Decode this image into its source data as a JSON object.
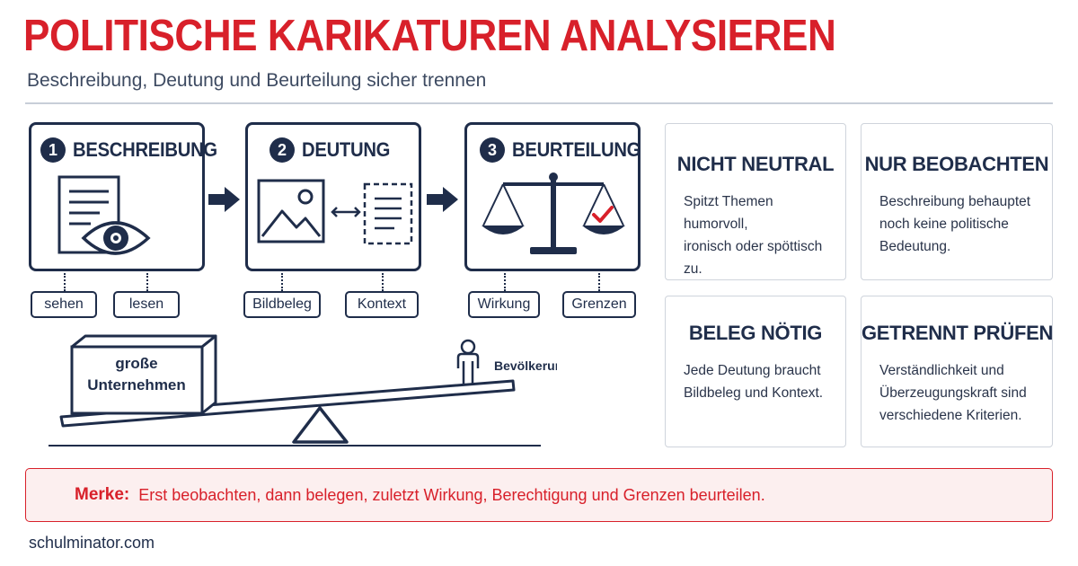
{
  "header": {
    "title": "POLITISCHE KARIKATUREN ANALYSIEREN",
    "subtitle": "Beschreibung, Deutung und Beurteilung sicher trennen"
  },
  "steps": [
    {
      "number": "1",
      "title": "BESCHREIBUNG",
      "icon": "document-eye-icon",
      "tags": [
        "sehen",
        "lesen"
      ]
    },
    {
      "number": "2",
      "title": "DEUTUNG",
      "icon": "image-context-icon",
      "tags": [
        "Bildbeleg",
        "Kontext"
      ]
    },
    {
      "number": "3",
      "title": "BEURTEILUNG",
      "icon": "scales-check-icon",
      "tags": [
        "Wirkung",
        "Grenzen"
      ]
    }
  ],
  "seesaw": {
    "box_label_line1": "große",
    "box_label_line2": "Unternehmen",
    "person_label": "Bevölkerung"
  },
  "cards": [
    {
      "title": "NICHT NEUTRAL",
      "lines": [
        "Spitzt Themen humorvoll,",
        "ironisch oder spöttisch zu."
      ]
    },
    {
      "title": "NUR BEOBACHTEN",
      "lines": [
        "Beschreibung behauptet",
        "noch keine politische",
        "Bedeutung."
      ]
    },
    {
      "title": "BELEG NÖTIG",
      "lines": [
        "Jede Deutung braucht",
        "Bildbeleg und Kontext."
      ]
    },
    {
      "title": "GETRENNT PRÜFEN",
      "lines": [
        "Verständlichkeit und",
        "Überzeugungskraft sind",
        "verschiedene Kriterien."
      ]
    }
  ],
  "note": {
    "label": "Merke:",
    "text": "Erst beobachten, dann belegen, zuletzt Wirkung, Berechtigung und Grenzen beurteilen."
  },
  "footer": {
    "site": "schulminator.com"
  },
  "colors": {
    "accent_red": "#d8202a",
    "navy": "#1f2d4a",
    "note_bg": "#fcefef"
  }
}
